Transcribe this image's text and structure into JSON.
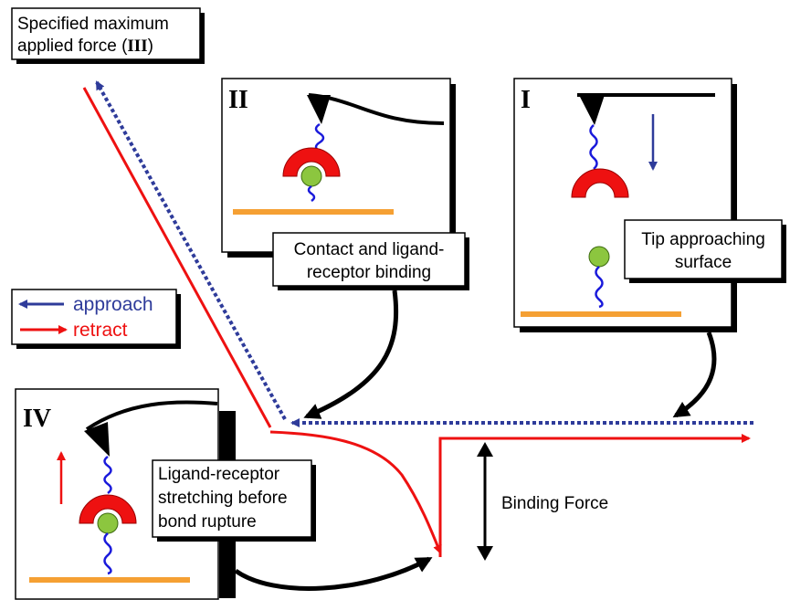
{
  "top_label": {
    "line1": "Specified maximum",
    "line2": "applied force (",
    "numeral": "III",
    "close": ")"
  },
  "panels": {
    "I": {
      "numeral": "I",
      "caption_line1": "Tip approaching",
      "caption_line2": "surface"
    },
    "II": {
      "numeral": "II",
      "caption_line1": "Contact and ligand-",
      "caption_line2": "receptor binding"
    },
    "IV": {
      "numeral": "IV",
      "caption_line1": "Ligand-receptor",
      "caption_line2": "stretching before",
      "caption_line3": "bond rupture"
    }
  },
  "legend": {
    "approach": {
      "label": "approach",
      "color": "#2e3b9a"
    },
    "retract": {
      "label": "retract",
      "color": "#ee1111"
    }
  },
  "binding_force_label": "Binding Force",
  "colors": {
    "substrate": "#f5a033",
    "receptor": "#ee1111",
    "ligand": "#8cc63f",
    "linker": "#1a1adb",
    "tip": "#000000"
  }
}
